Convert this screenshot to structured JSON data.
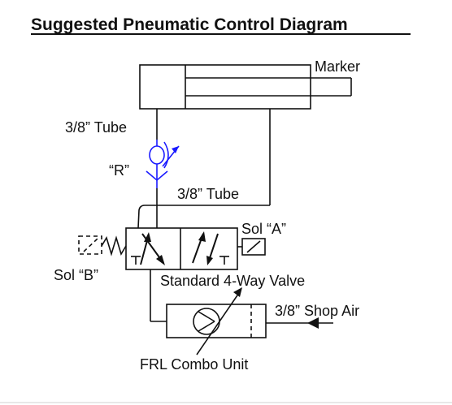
{
  "title": "Suggested Pneumatic Control Diagram",
  "labels": {
    "marker": "Marker",
    "tube_upper": "3/8” Tube",
    "restrictor": "“R”",
    "tube_lower": "3/8” Tube",
    "sol_a": "Sol “A”",
    "sol_b": "Sol “B”",
    "valve": "Standard 4-Way Valve",
    "shop_air": "3/8” Shop Air",
    "frl": "FRL Combo Unit"
  },
  "colors": {
    "line": "#111111",
    "flow_control": "#1a1aff",
    "background": "#ffffff"
  }
}
